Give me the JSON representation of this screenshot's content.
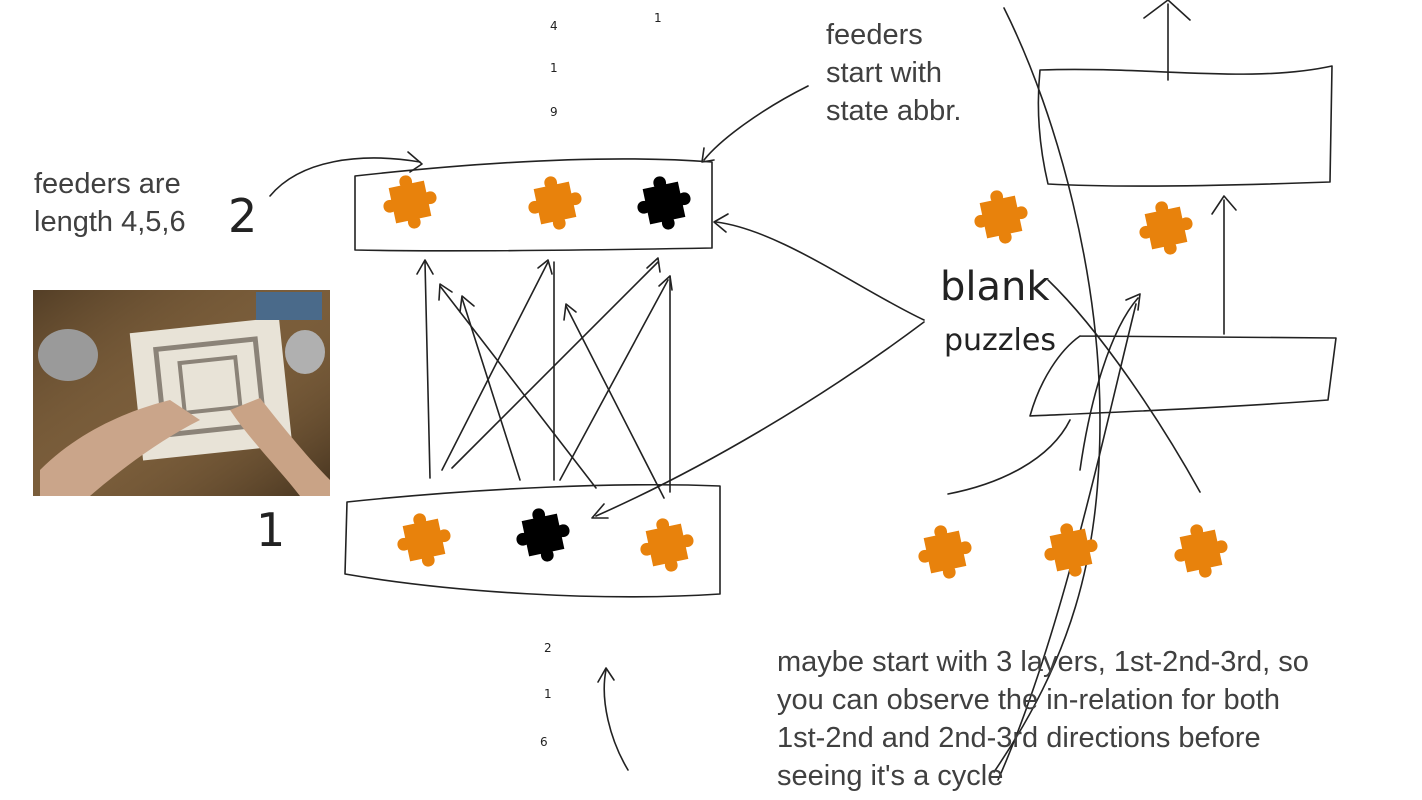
{
  "notes": {
    "feeders_length": "feeders are\nlength 4,5,6",
    "feeders_start": "feeders\nstart with\nstate abbr.",
    "layers_note": "maybe start with 3 layers, 1st-2nd-3rd, so\nyou can observe the in-relation for both\n1st-2nd and 2nd-3rd directions before\nseeing it's a cycle"
  },
  "handwritten": {
    "layer_1": "1",
    "layer_2": "2",
    "blank_puzzles": "blank\npuzzles"
  },
  "colors": {
    "piece_orange": "#E8820C",
    "piece_black": "#000000",
    "text": "#404040",
    "ink": "#222222"
  },
  "icons": {
    "puzzle_piece": "puzzle-piece-icon",
    "photo": "artist-hands-drawing-photo"
  }
}
